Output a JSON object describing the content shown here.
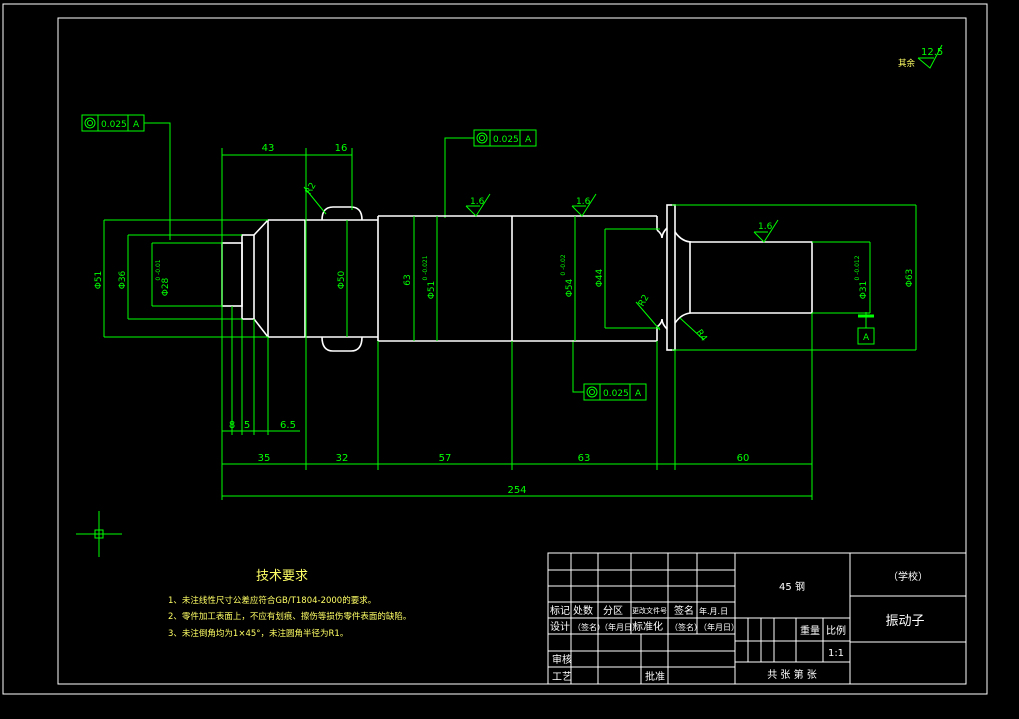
{
  "drawing": {
    "roughness_note": "其余",
    "roughness_general": "12.5",
    "roughness_marks": [
      "1.6",
      "1.6",
      "1.6"
    ],
    "tolerance_frames": [
      {
        "value": "0.025",
        "datum": "A"
      },
      {
        "value": "0.025",
        "datum": "A"
      },
      {
        "value": "0.025",
        "datum": "A"
      }
    ],
    "datum_label": "A",
    "top_dims": [
      "43",
      "16"
    ],
    "lower_dims": [
      "8",
      "5",
      "6.5"
    ],
    "segment_dims": [
      "35",
      "32",
      "57",
      "63",
      "60"
    ],
    "total_length": "254",
    "diameters": {
      "d51": "Φ51",
      "d36": "Φ36",
      "d28": "Φ28",
      "d28_tol": "0  -0.01",
      "d50": "Φ50",
      "d63a": "63",
      "d51b": "Φ51",
      "d51b_tol": "0  -0.021",
      "d54": "Φ54",
      "d54_tol": "0  -0.02",
      "d44": "Φ44",
      "d31": "Φ31",
      "d31_tol": "0  -0.012",
      "d63b": "Φ63"
    },
    "radii": [
      "R2",
      "R2",
      "R4"
    ]
  },
  "notes": {
    "title": "技术要求",
    "items": [
      "1、未注线性尺寸公差应符合GB/T1804-2000的要求。",
      "2、零件加工表面上，不应有划痕、擦伤等损伤零件表面的缺陷。",
      "3、未注倒角均为1×45°，未注圆角半径为R1。"
    ]
  },
  "title_block": {
    "material": "45 钢",
    "school": "（学校）",
    "part_name": "振动子",
    "row_labels": [
      "标记",
      "处数",
      "分区",
      "更改文件号",
      "签名",
      "年.月.日"
    ],
    "design_row": [
      "设计",
      "（签名）",
      "（年月日）",
      "标准化",
      "（签名）",
      "（年月日）"
    ],
    "weight_label": "重量",
    "scale_label": "比例",
    "scale_value": "1:1",
    "review": "审核",
    "process": "工艺",
    "approve": "批准",
    "sheets": "共  张  第  张"
  }
}
